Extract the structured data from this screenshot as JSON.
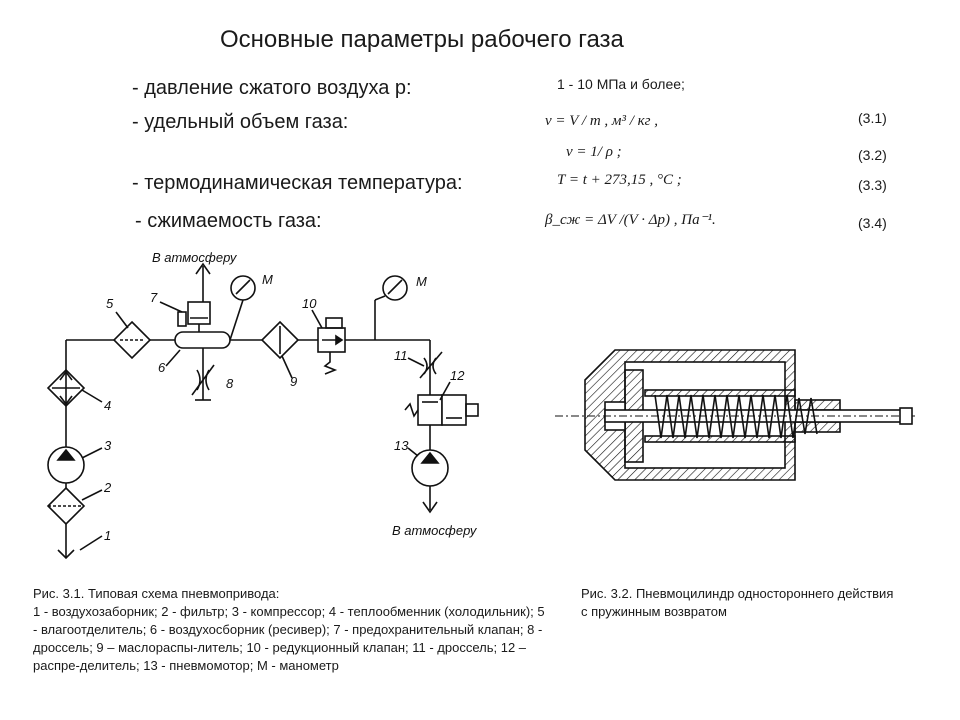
{
  "title": "Основные параметры рабочего газа",
  "params": [
    {
      "label": "- давление сжатого воздуха р:",
      "value": "1 - 10 МПа и более;"
    },
    {
      "label": "- удельный объем газа:"
    },
    {
      "label": "- термодинамическая температура:"
    },
    {
      "label": "- сжимаемость газа:"
    }
  ],
  "formulas": [
    {
      "text": "ν = V / m ,  м³ / кг ,",
      "eq": "(3.1)"
    },
    {
      "text": "ν = 1/ ρ ;",
      "eq": "(3.2)"
    },
    {
      "text": "T = t + 273,15 ,  °C ;",
      "eq": "(3.3)"
    },
    {
      "text": "β_сж = ΔV /(V · Δp) ,  Па⁻¹.",
      "eq": "(3.4)"
    }
  ],
  "scheme": {
    "atmosphere_label": "В атмосферу",
    "gauge_label": "М",
    "numbers": [
      "1",
      "2",
      "3",
      "4",
      "5",
      "6",
      "7",
      "8",
      "9",
      "10",
      "11",
      "12",
      "13"
    ]
  },
  "captions": {
    "fig1": "Рис. 3.1. Типовая схема пневмопривода:\n1 - воздухозаборник; 2 - фильтр; 3 - компрессор; 4 - теплообменник (холодильник); 5 - влагоотделитель; 6 - воздухосборник (ресивер); 7 - предохранительный клапан; 8 - дроссель; 9 – маслораспы-литель; 10 - редукционный клапан; 11 - дроссель; 12 – распре-делитель; 13 - пневмомотор; М - манометр",
    "fig2": "Рис. 3.2. Пневмоцилиндр одностороннего действия с пружинным возвратом"
  }
}
